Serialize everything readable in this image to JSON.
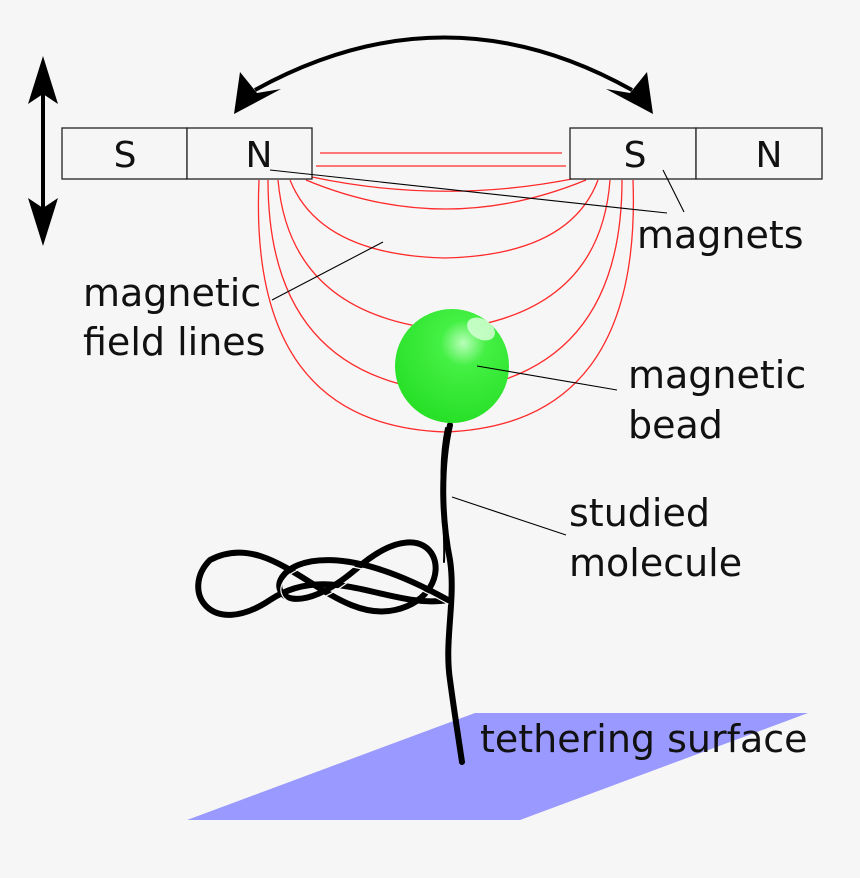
{
  "magnets": {
    "left": {
      "pole1": "S",
      "pole2": "N"
    },
    "right": {
      "pole1": "S",
      "pole2": "N"
    }
  },
  "labels": {
    "magnets": "magnets",
    "field_lines_1": "magnetic",
    "field_lines_2": "field lines",
    "bead_1": "magnetic",
    "bead_2": "bead",
    "molecule_1": "studied",
    "molecule_2": "molecule",
    "surface": "tethering surface"
  },
  "colors": {
    "background": "#f6f6f6",
    "field_line": "#ff2a2a",
    "bead": "#33ee33",
    "surface": "#9999ff",
    "ink": "#000000"
  }
}
